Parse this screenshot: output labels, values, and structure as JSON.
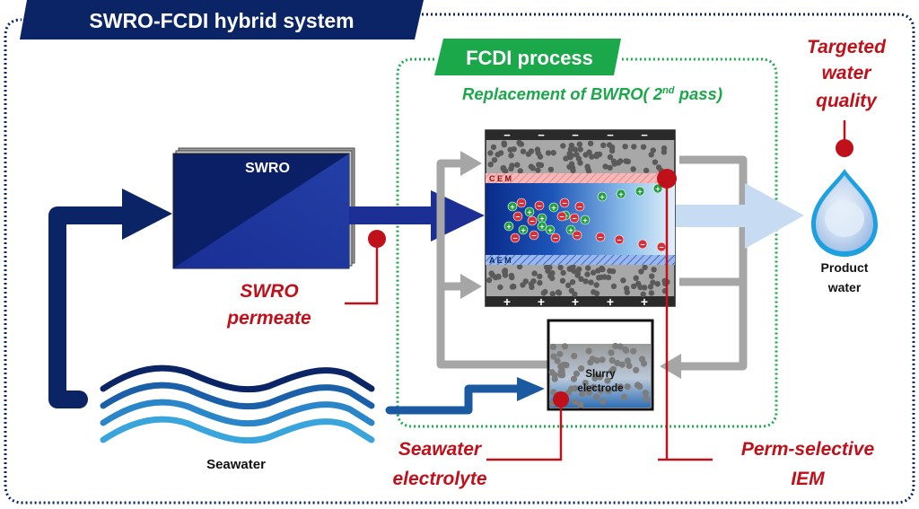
{
  "header": {
    "title": "SWRO-FCDI hybrid system",
    "color": "#0a2466"
  },
  "fcdi": {
    "title": "FCDI process",
    "subtitle_pre": "Replacement of BWRO( 2",
    "subtitle_sup": "nd",
    "subtitle_post": " pass)",
    "green": "#1aa84a",
    "subtitle_color": "#1aa84a"
  },
  "swro": {
    "label": "SWRO"
  },
  "cell": {
    "cem_label": "C E M",
    "aem_label": "A E M",
    "top_charge": "−",
    "bottom_charge": "+",
    "cation_symbol": "+",
    "anion_symbol": "−"
  },
  "slurry": {
    "label_line1": "Slurry",
    "label_line2": "electrode"
  },
  "seawater": {
    "label": "Seawater"
  },
  "product": {
    "label_line1": "Product",
    "label_line2": "water"
  },
  "callouts": {
    "color": "#c0101a",
    "targeted_quality": [
      "Targeted",
      "water",
      "quality"
    ],
    "swro_permeate": [
      "SWRO",
      "permeate"
    ],
    "seawater_electrolyte": [
      "Seawater",
      "electrolyte"
    ],
    "perm_selective": [
      "Perm-selective",
      "IEM"
    ]
  },
  "icons": {
    "water_drop": "water-drop-icon",
    "waves": "seawater-waves-icon"
  }
}
